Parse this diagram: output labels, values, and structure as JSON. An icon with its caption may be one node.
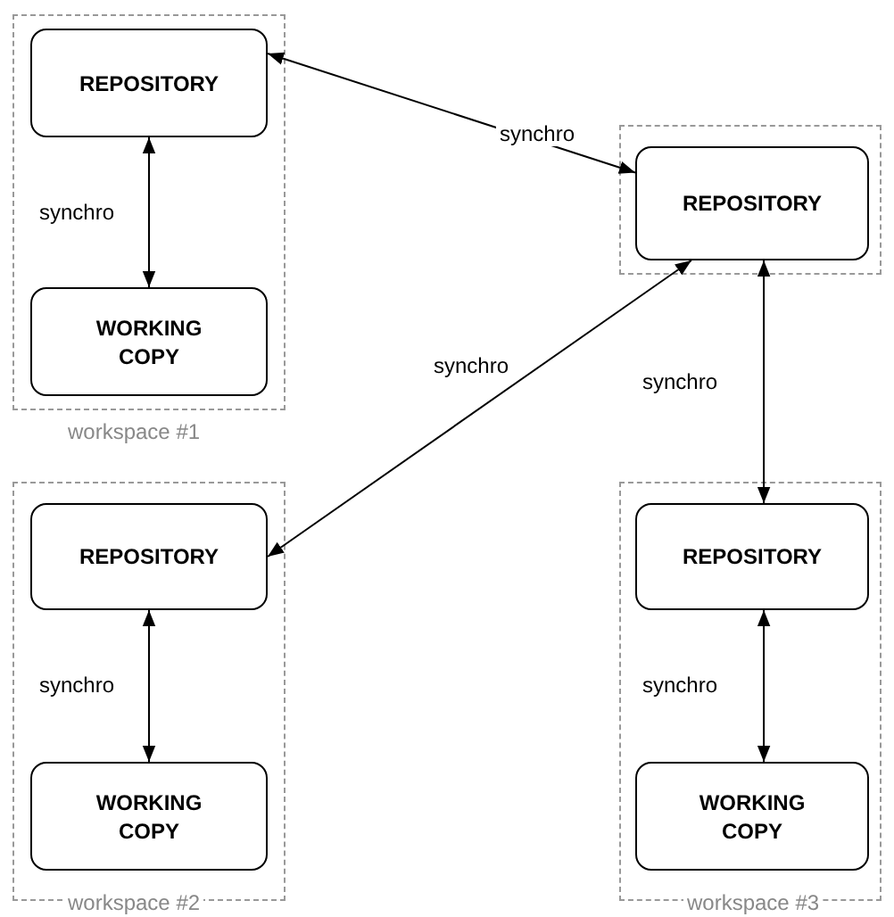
{
  "diagram": {
    "nodes": [
      {
        "text": [],
        "shape": "box",
        "beside": [
          "workspace #1"
        ]
      },
      {
        "text": [
          "REPOSITORY"
        ],
        "in": 0
      },
      {
        "text": [
          "WORKING COPY"
        ],
        "in": 0
      },
      {
        "text": [],
        "shape": "box"
      },
      {
        "text": [
          "REPOSITORY"
        ],
        "in": 3
      },
      {
        "text": [],
        "shape": "box",
        "beside": [
          "workspace #2"
        ]
      },
      {
        "text": [
          "REPOSITORY"
        ],
        "in": 5
      },
      {
        "text": [
          "WORKING COPY"
        ],
        "in": 5
      },
      {
        "text": [],
        "shape": "box",
        "beside": [
          "workspace #3"
        ]
      },
      {
        "text": [
          "REPOSITORY"
        ],
        "in": 8
      },
      {
        "text": [
          "WORKING COPY"
        ],
        "in": 8
      }
    ],
    "edges": [
      {
        "from": 1,
        "to": 4,
        "arrow": "both",
        "label": "synchro"
      },
      {
        "from": 1,
        "to": 2,
        "arrow": "both",
        "label": "synchro"
      },
      {
        "from": 4,
        "to": 6,
        "arrow": "both",
        "label": "synchro"
      },
      {
        "from": 4,
        "to": 9,
        "arrow": "both",
        "label": "synchro"
      },
      {
        "from": 6,
        "to": 7,
        "arrow": "both",
        "label": "synchro"
      },
      {
        "from": 9,
        "to": 10,
        "arrow": "both",
        "label": "synchro"
      }
    ]
  }
}
